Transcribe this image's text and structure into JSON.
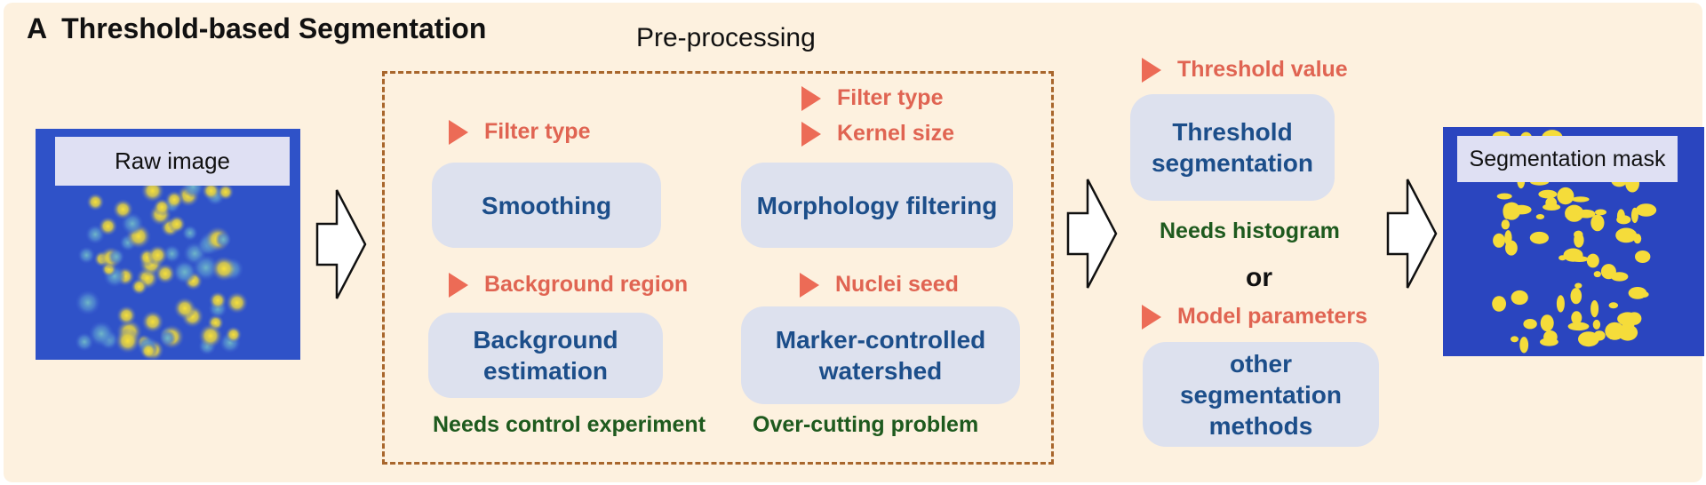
{
  "title": {
    "panel_label": "A",
    "text": "Threshold-based Segmentation"
  },
  "preprocessing": {
    "heading": "Pre-processing",
    "smoothing": {
      "params": [
        "Filter type"
      ],
      "box": "Smoothing"
    },
    "morphology": {
      "params": [
        "Filter type",
        "Kernel size"
      ],
      "box": "Morphology filtering"
    },
    "background": {
      "params": [
        "Background region"
      ],
      "box": [
        "Background",
        "estimation"
      ],
      "note": "Needs control experiment"
    },
    "watershed": {
      "params": [
        "Nuclei seed"
      ],
      "box": [
        "Marker-controlled",
        "watershed"
      ],
      "note": "Over-cutting problem"
    }
  },
  "segmentation": {
    "threshold": {
      "param": "Threshold value",
      "box": [
        "Threshold",
        "segmentation"
      ],
      "note": "Needs histogram"
    },
    "or_label": "or",
    "other": {
      "param": "Model parameters",
      "box": [
        "other",
        "segmentation",
        "methods"
      ]
    }
  },
  "images": {
    "raw_label": "Raw image",
    "mask_label": "Segmentation mask"
  },
  "colors": {
    "panel_bg": "#fdf1df",
    "param_text": "#e06452",
    "param_marker": "#ec6b56",
    "box_fill": "#dde1ee",
    "box_text": "#1c4e8a",
    "note_text": "#1e5a1e",
    "dash_border": "#a8662c",
    "image_bg": "#2f52c8",
    "cell_yellow": "#f5dc3a"
  },
  "icons": [
    "triangle-marker-icon",
    "hollow-right-arrow-icon"
  ]
}
